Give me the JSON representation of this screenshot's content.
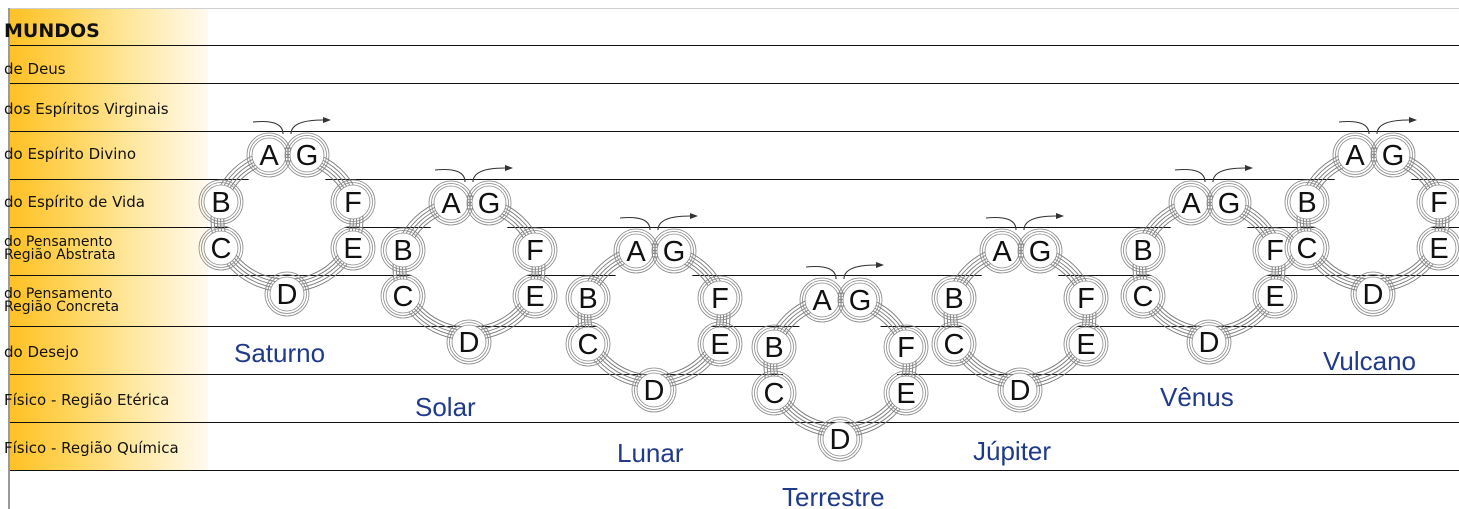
{
  "header": {
    "title": "MUNDOS"
  },
  "rows": [
    {
      "label": "de Deus"
    },
    {
      "label": "dos Espíritos Virginais"
    },
    {
      "label": "do Espírito Divino"
    },
    {
      "label": "do Espírito de Vida"
    },
    {
      "label": "do Pensamento\nRegião Abstrata"
    },
    {
      "label": "do Pensamento\nRegião Concreta"
    },
    {
      "label": "do Desejo"
    },
    {
      "label": "Físico - Região Etérica"
    },
    {
      "label": "Físico - Região Química"
    }
  ],
  "loop_letters": [
    "A",
    "G",
    "B",
    "F",
    "C",
    "E",
    "D"
  ],
  "planets": [
    {
      "name": "Saturno"
    },
    {
      "name": "Solar"
    },
    {
      "name": "Lunar"
    },
    {
      "name": "Terrestre"
    },
    {
      "name": "Júpiter"
    },
    {
      "name": "Vênus"
    },
    {
      "name": "Vulcano"
    }
  ],
  "colors": {
    "header_gradient": "#ffc125",
    "planet_label": "#1f3a8a",
    "lines": "#111111"
  }
}
